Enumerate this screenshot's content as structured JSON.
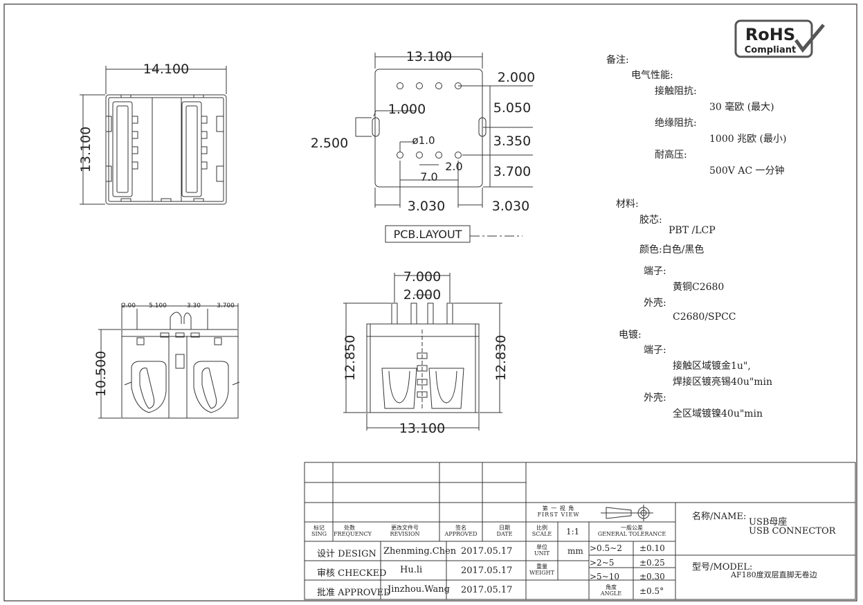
{
  "rohs": {
    "line1": "RoHS",
    "line2": "Compliant"
  },
  "top_view": {
    "width_dim": "14.100",
    "height_dim": "13.100"
  },
  "pcb_view": {
    "width_dim": "13.100",
    "dim_2000": "2.000",
    "dim_1000": "1.000",
    "dim_5050": "5.050",
    "dim_2500": "2.500",
    "dim_hole": "ø1.0",
    "dim_3350": "3.350",
    "dim_pitch": "2.0",
    "dim_70": "7.0",
    "dim_3700": "3.700",
    "dim_3030_left": "3.030",
    "dim_3030_right": "3.030",
    "label": "PCB.LAYOUT"
  },
  "side_view": {
    "d1": "2.00",
    "d2": "5.100",
    "d3": "3.30",
    "d4": "3.700",
    "height_dim": "10.500"
  },
  "front_view": {
    "top_dim": "7.000",
    "pitch_dim": "2.000",
    "left_h": "12.850",
    "right_h": "12.830",
    "width_dim": "13.100"
  },
  "notes": {
    "header": "备注:",
    "electrical": "电气性能:",
    "contact_res": "接触阻抗:",
    "contact_res_val": "30 毫欧 (最大)",
    "insulation_res": "绝缘阻抗:",
    "insulation_res_val": "1000 兆欧 (最小)",
    "withstand": "耐高压:",
    "withstand_val": "500V AC 一分钟",
    "material": "材料:",
    "housing": "胶芯:",
    "housing_val": "PBT /LCP",
    "color": "颜色:白色/黑色",
    "terminal": "端子:",
    "terminal_val": "黄铜C2680",
    "shell": "外壳:",
    "shell_val": "C2680/SPCC",
    "plating": "电镀:",
    "plating_terminal": "端子:",
    "plating_terminal_v1": "接触区域镀金1u\",",
    "plating_terminal_v2": "焊接区镀亮锡40u\"min",
    "plating_shell": "外壳:",
    "plating_shell_v": "全区域镀镍40u\"min"
  },
  "title_block": {
    "col_mark_cn": "标记",
    "col_mark_en": "SING",
    "col_freq_cn": "处数",
    "col_freq_en": "FREQUENCY",
    "col_rev_cn": "更改文件号",
    "col_rev_en": "REVISION",
    "col_appr_cn": "签名",
    "col_appr_en": "APPROVED",
    "col_date_cn": "日期",
    "col_date_en": "DATE",
    "design_label": "设计 DESIGN",
    "design_name": "Zhenming.Chen",
    "design_date": "2017.05.17",
    "checked_label": "审核 CHECKED",
    "checked_name": "Hu.li",
    "checked_date": "2017.05.17",
    "approved_label": "批准 APPROVED",
    "approved_name": "Jinzhou.Wang",
    "approved_date": "2017.05.17",
    "first_view_cn": "第 一 视 角",
    "first_view_en": "FIRST VIEW",
    "scale_cn": "比例",
    "scale_en": "SCALE",
    "scale_val": "1:1",
    "tol_cn": "一般公差",
    "tol_en": "GENERAL TOLERANCE",
    "unit_cn": "单位",
    "unit_en": "UNIT",
    "unit_val": "mm",
    "weight_cn": "重量",
    "weight_en": "WEIGHT",
    "angle_cn": "角度",
    "angle_en": "ANGLE",
    "tol_r1": ">0.5~2",
    "tol_v1": "±0.10",
    "tol_r2": ">2~5",
    "tol_v2": "±0.25",
    "tol_r3": ">5~10",
    "tol_v3": "±0.30",
    "tol_v4": "±0.5°",
    "name_label": "名称/NAME:",
    "name_cn": "USB母座",
    "name_en": "USB CONNECTOR",
    "model_label": "型号/MODEL:",
    "model_val": "AF180度双层直脚无卷边"
  }
}
